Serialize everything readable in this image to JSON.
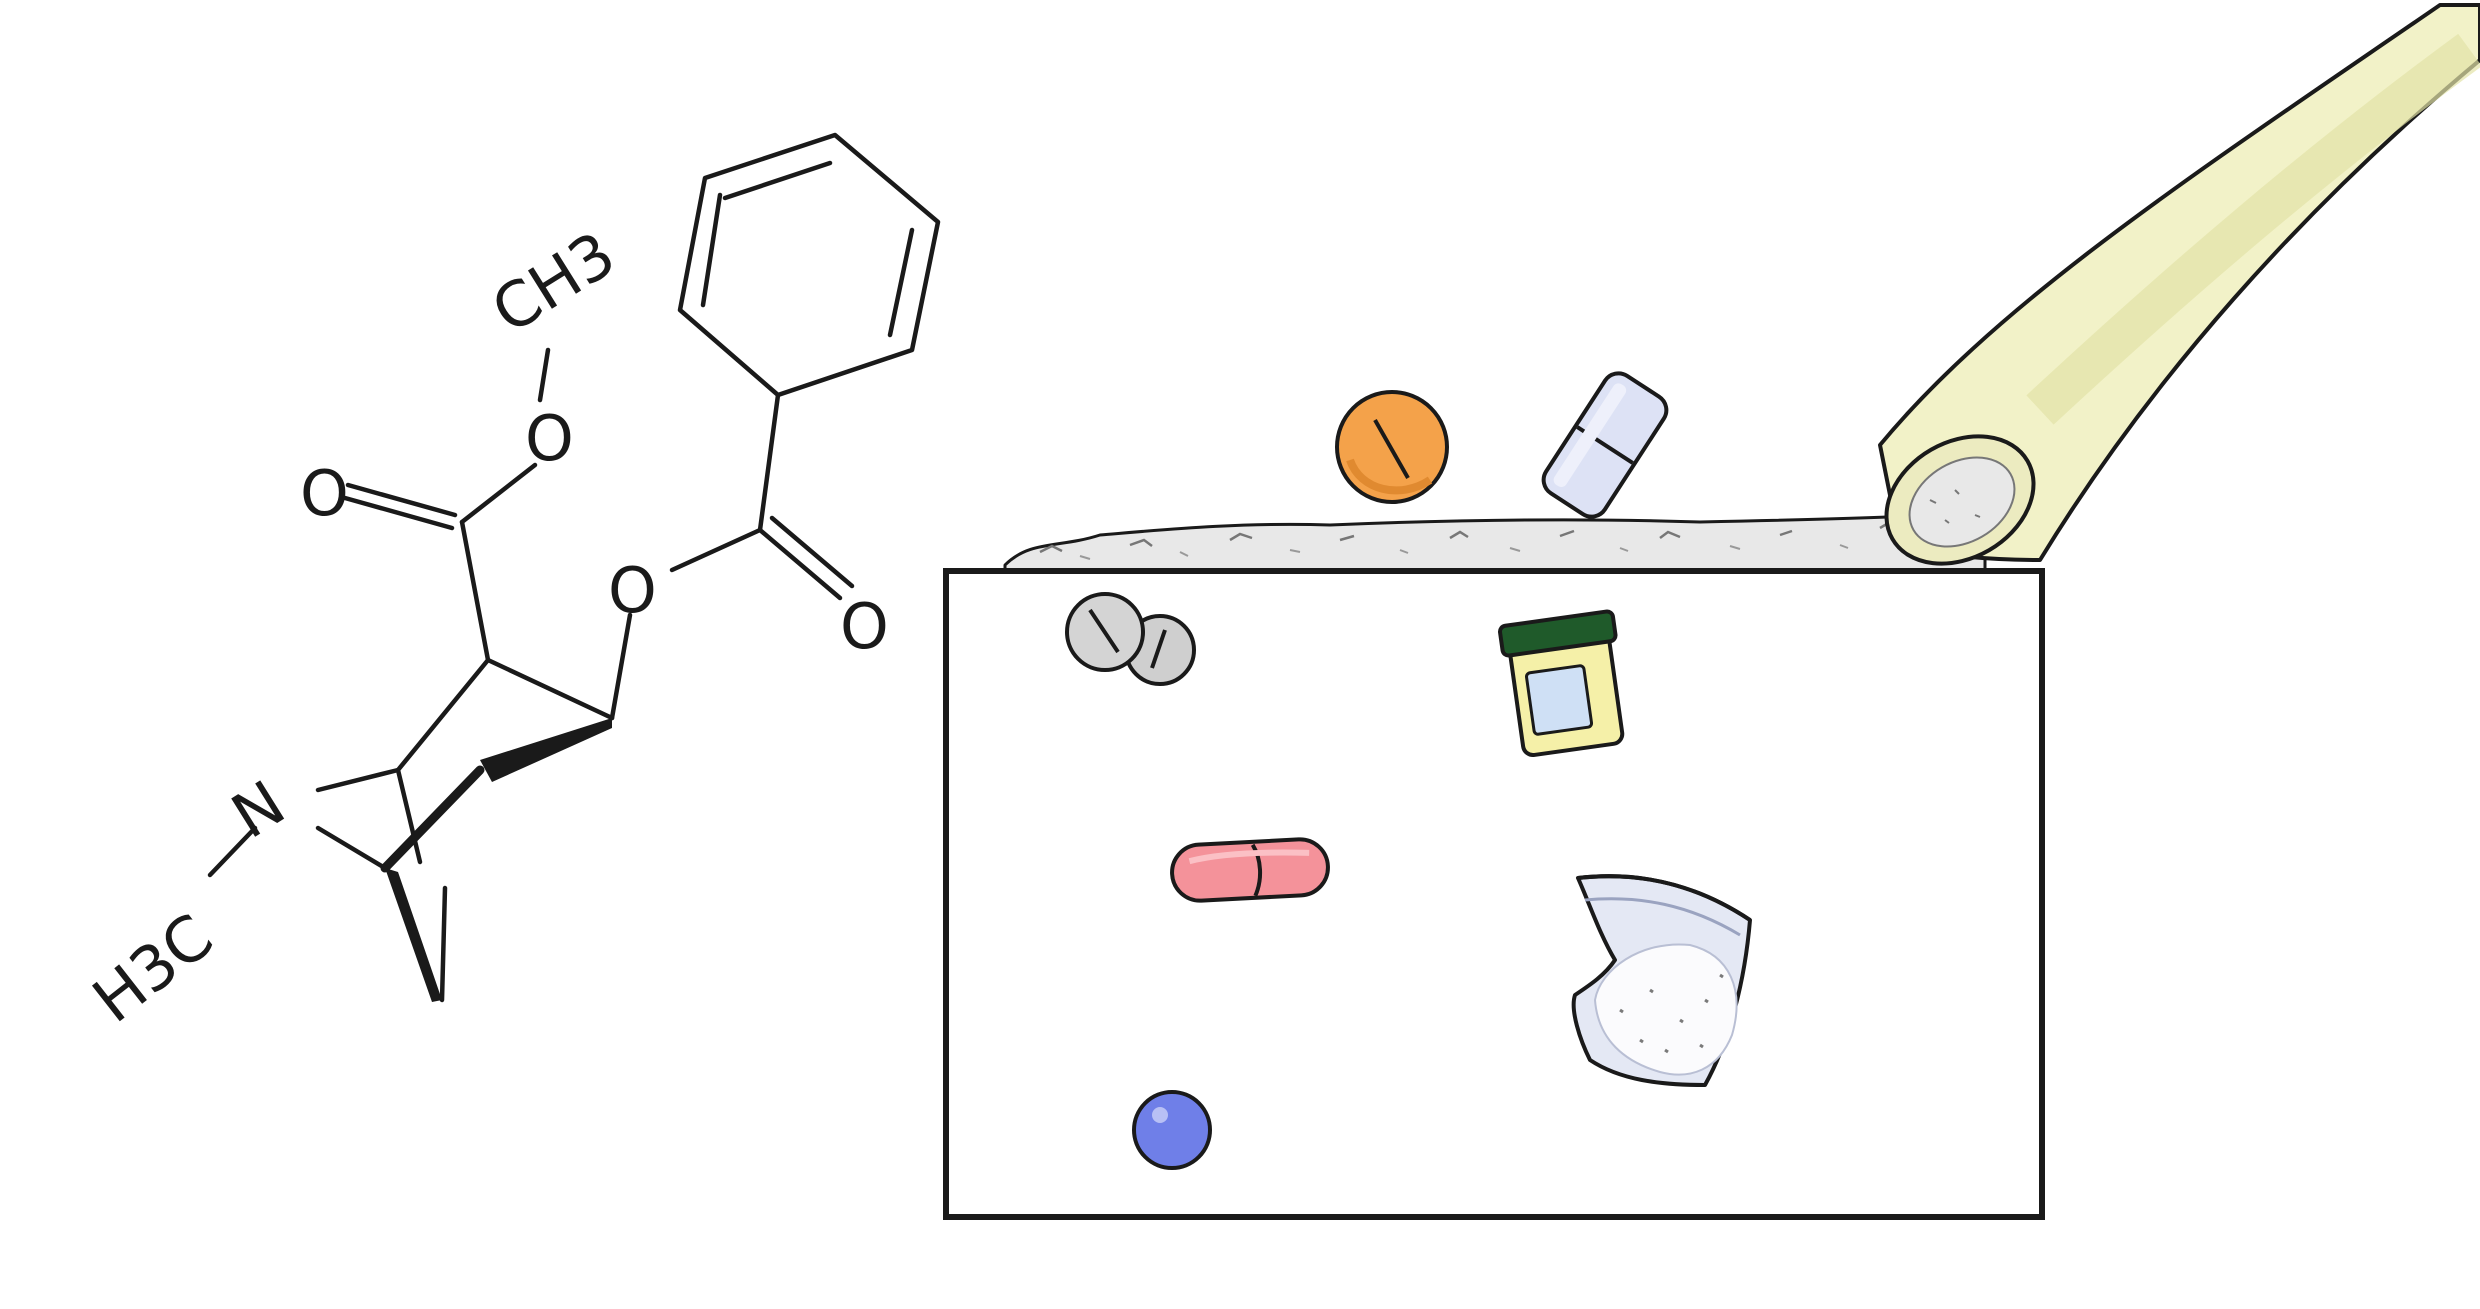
{
  "molecule": {
    "labels": {
      "methyl_top": "CH3",
      "methyl_n": "H3C",
      "nitrogen": "N",
      "oxygen_ester_ether": "O",
      "oxygen_ester_carbonyl": "O",
      "oxygen_benzoate_ether": "O",
      "oxygen_benzoate_carbonyl": "O"
    }
  },
  "colors": {
    "ink": "#1a1a1a",
    "orange_pill": "#f4a24a",
    "white_pill": "#dde2f5",
    "grey_pill": "#cfcfcf",
    "pink_capsule": "#f4929a",
    "blue_pill": "#6f7fe8",
    "jar_body": "#f5f0a8",
    "jar_lid": "#1f5a2a",
    "jar_label": "#cfe0f5",
    "bag": "#e4e8f4",
    "straw": "#f2f2c8",
    "straw_shade": "#e3e3a6",
    "powder": "#e8e8e8"
  },
  "icons": [
    "orange-pill-icon",
    "white-capsule-tablet-icon",
    "grey-tablets-icon",
    "pill-jar-icon",
    "pink-capsule-icon",
    "powder-bag-icon",
    "blue-pill-icon",
    "straw-icon",
    "powder-line-icon"
  ]
}
